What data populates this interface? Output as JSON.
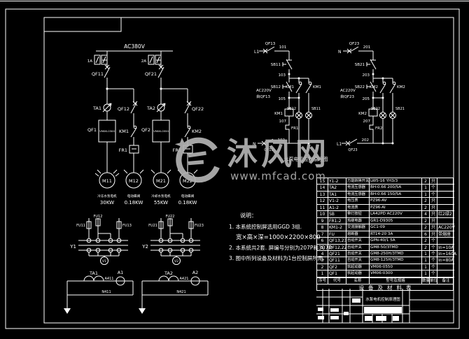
{
  "main": {
    "bus": "AC380V",
    "meter1": "1A",
    "meter2": "2A",
    "qf11": "QF11",
    "qf21": "QF21",
    "ta1": "TA1",
    "ta2": "TA2",
    "qf1": "QF1",
    "qf2": "QF2",
    "starter1_model": "VM06-0300",
    "starter2_model": "VM06-0550",
    "qf12": "QF12",
    "qf22": "QF22",
    "km1": "KM1",
    "km2": "KM2",
    "fr1": "FR1",
    "fr2": "FR2",
    "m11": "M11",
    "m12": "M12",
    "m21": "M21",
    "m22": "M22",
    "m11_name": "冷冻水泵电机",
    "m12_name": "电动蝶阀",
    "m21_name": "冷却水泵电机",
    "m22_name": "电动蝶阀",
    "m11_power": "30KW",
    "m12_power": "0.18KW",
    "m21_power": "55KW",
    "m22_power": "0.18KW"
  },
  "ctrl1": {
    "src": "L1",
    "qf_top": "QF13",
    "w1": "101",
    "stop": "SB11",
    "w2": "103",
    "start": "SB12",
    "aux": "KM1",
    "aux2": "KM1",
    "w3": "105",
    "coil": "KM1",
    "w4": "107",
    "fr": "FR1",
    "w5": "102",
    "ret": "N",
    "qf_bot": "QF13",
    "lamp1": "SB12",
    "lamp2": "SB11",
    "note1": "AC220V",
    "note2": "自QF13"
  },
  "ctrl2": {
    "src": "N",
    "qf_top": "QF23",
    "w1": "201",
    "stop": "SB21",
    "w2": "203",
    "start": "SB22",
    "aux": "KM2",
    "aux2": "KM2",
    "w3": "205",
    "coil": "KM2",
    "w4": "207",
    "fr": "FR2",
    "w5": "202",
    "ret": "L1",
    "qf_bot": "QF23",
    "lamp1": "SB22",
    "lamp2": "SB21",
    "note1": "AC220V",
    "note2": "自QF23"
  },
  "caption": "水泵电机控制原理图",
  "sel1": {
    "label": "Y1",
    "fu1": "FU11",
    "fu2": "FU12",
    "fu3": "FU13",
    "meter": "V1"
  },
  "sel2": {
    "label": "Y2",
    "fu1": "FU21",
    "fu2": "FU22",
    "fu3": "FU23",
    "meter": "V2"
  },
  "amm1": {
    "ct": "TA1",
    "meter": "A1",
    "wa": "A411",
    "wn": "N411"
  },
  "amm2": {
    "ct": "TA2",
    "meter": "A2",
    "wa": "A421",
    "wn": "N421"
  },
  "notes": {
    "heading": "说明：",
    "l1": "1. 本系统控制屏选用GGD 3组.",
    "l2": "宽×高×深=1000×2200×800",
    "l3": "2. 本系统共2套. 屏编号分别为207P和307P",
    "l4": "3. 图中所列设备及材料为1台控制屏所用."
  },
  "parts_table": {
    "title": "设备及材料表",
    "headers": [
      "序号",
      "代号",
      "名称",
      "型号及规格",
      "数量",
      "单位",
      "备注"
    ],
    "rows": [
      [
        "15",
        "Y1-2",
        "万能转换开关",
        "LW5-16 YH3/3",
        "2",
        "只",
        ""
      ],
      [
        "14",
        "TA2",
        "电流互感器",
        "BH-0.66 200/5A",
        "1",
        "个",
        ""
      ],
      [
        "13",
        "TA1",
        "电流互感器",
        "BH-0.66 150/5A",
        "1",
        "个",
        ""
      ],
      [
        "12",
        "V1-2",
        "电压表",
        "PZ96-AV",
        "2",
        "只",
        ""
      ],
      [
        "11",
        "A1-2",
        "电流表",
        "PZ96-AI",
        "2",
        "只",
        ""
      ],
      [
        "10",
        "SB",
        "带灯按钮",
        "LA42PD AC220V",
        "4",
        "只",
        "红2绿2"
      ],
      [
        "9",
        "FR1-2",
        "热继电器",
        "GR1-D9305",
        "2",
        "只",
        ""
      ],
      [
        "8",
        "KM1-2",
        "交流接触器",
        "GC1-09",
        "2",
        "只",
        "AC220V"
      ],
      [
        "7",
        "FU",
        "熔断器",
        "RT14-20 3A",
        "6",
        "只",
        "带熔座"
      ],
      [
        "6",
        "QF13,23",
        "自动开关",
        "GPN-40/1 5A",
        "2",
        "个",
        ""
      ],
      [
        "5",
        "QF12,22",
        "自动开关",
        "GM8-50/3TMD",
        "2",
        "个",
        "In=10A"
      ],
      [
        "4",
        "QF21",
        "自动开关",
        "GM8-250H/3TMD",
        "1",
        "个",
        "In=160A"
      ],
      [
        "3",
        "QF11",
        "自动开关",
        "GM8-125H/3TMD",
        "1",
        "个",
        "In=80A"
      ],
      [
        "2",
        "QF2",
        "软起动器",
        "VM06-0550",
        "1",
        "个",
        ""
      ],
      [
        "1",
        "QF1",
        "软起动器",
        "VM06-0300",
        "1",
        "个",
        ""
      ]
    ]
  },
  "title_block": {
    "drawing_title": "水泵电机控制原理图"
  },
  "watermark": {
    "name": "沐风网",
    "url": "www.mfcad.com"
  }
}
